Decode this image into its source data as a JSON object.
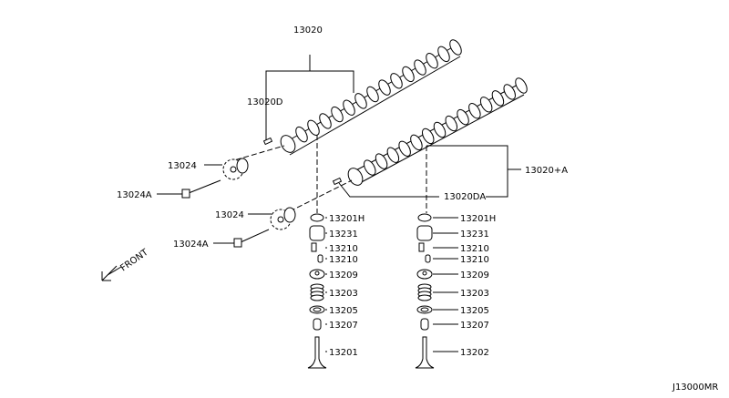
{
  "diagram_id": "J13000MR",
  "front_label": "FRONT",
  "camshaft": {
    "main": "13020",
    "dowel_left": "13020D",
    "right_assembly": "13020+A",
    "dowel_right": "13020DA"
  },
  "sprocket_upper": {
    "sprocket": "13024",
    "bolt": "13024A"
  },
  "sprocket_lower": {
    "sprocket": "13024",
    "bolt": "13024A"
  },
  "left_valve_stack": [
    "13201H",
    "13231",
    "13210",
    "13210",
    "13209",
    "13203",
    "13205",
    "13207",
    "13201"
  ],
  "right_valve_stack": [
    "13201H",
    "13231",
    "13210",
    "13210",
    "13209",
    "13203",
    "13205",
    "13207",
    "13202"
  ]
}
